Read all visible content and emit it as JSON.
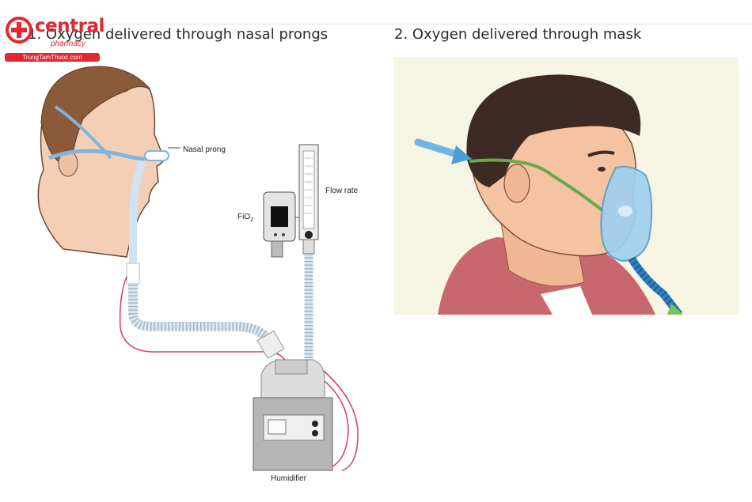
{
  "brand": {
    "name": "central",
    "tagline": "pharmacy",
    "site": "TrungTamThuoc.com",
    "accent_color": "#e3262f"
  },
  "panels": [
    {
      "title": "1. Oxygen delivered through nasal prongs"
    },
    {
      "title": "2. Oxygen delivered through mask"
    }
  ],
  "diagram_labels": {
    "nasal_prong": "Nasal prong",
    "flow_rate": "Flow rate",
    "fio2": "FiO",
    "fio2_sub": "2",
    "humidifier": "Humidifier"
  }
}
